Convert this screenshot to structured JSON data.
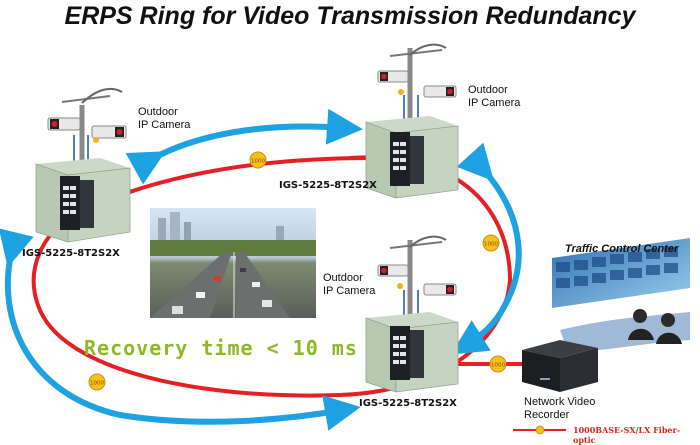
{
  "title": "ERPS Ring for Video Transmission Redundancy",
  "cameras": [
    {
      "label_line1": "Outdoor",
      "label_line2": "IP Camera"
    },
    {
      "label_line1": "Outdoor",
      "label_line2": "IP Camera"
    },
    {
      "label_line1": "Outdoor",
      "label_line2": "IP Camera"
    }
  ],
  "switches": [
    {
      "model": "IGS-5225-8T2S2X"
    },
    {
      "model": "IGS-5225-8T2S2X"
    },
    {
      "model": "IGS-5225-8T2S2X"
    }
  ],
  "link_badge": "1000",
  "recovery_text": "Recovery time < 10 ms",
  "control_center": "Traffic Control Center",
  "nvr": {
    "label_line1": "Network Video",
    "label_line2": "Recorder"
  },
  "legend": "1000BASE-SX/LX Fiber-optic",
  "colors": {
    "ring": "#e41f26",
    "arrow": "#1fa2e2",
    "badge": "#f6c11b",
    "cabinet": "#b7c9b3"
  }
}
